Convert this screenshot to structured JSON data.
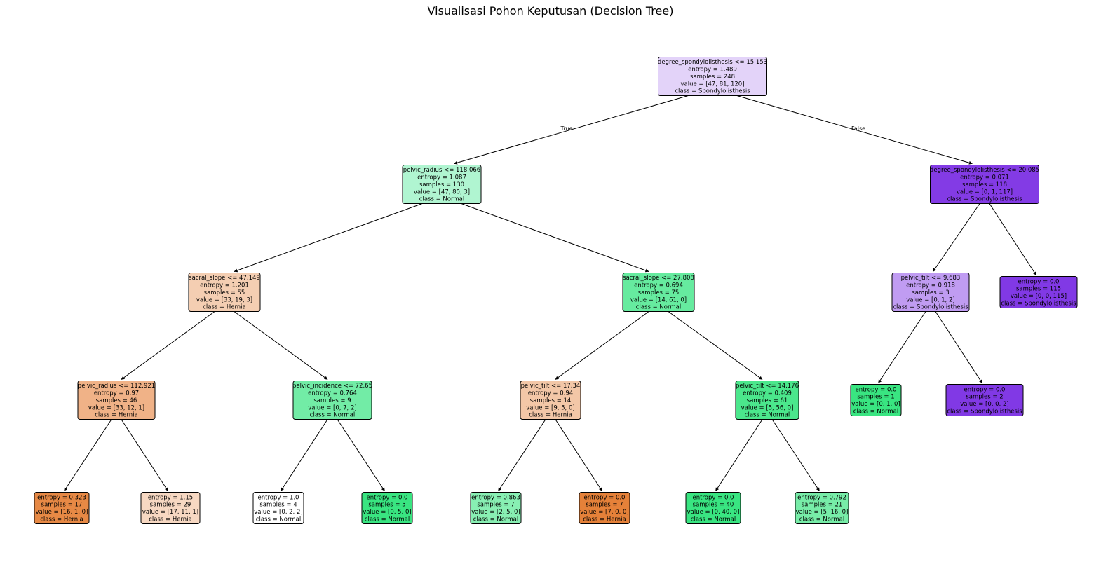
{
  "title": "Visualisasi Pohon Keputusan (Decision Tree)",
  "edge_labels": {
    "left": "True",
    "right": "False"
  },
  "nodes": [
    {
      "id": "n0",
      "lines": [
        "degree_spondylolisthesis <= 15.153",
        "entropy = 1.489",
        "samples = 248",
        "value = [47, 81, 120]",
        "class = Spondylolisthesis"
      ],
      "fill": "#e3d3f9"
    },
    {
      "id": "n1",
      "lines": [
        "pelvic_radius <= 118.066",
        "entropy = 1.087",
        "samples = 130",
        "value = [47, 80, 3]",
        "class = Normal"
      ],
      "fill": "#b0f5d1"
    },
    {
      "id": "n2",
      "lines": [
        "degree_spondylolisthesis <= 20.085",
        "entropy = 0.071",
        "samples = 118",
        "value = [0, 1, 117]",
        "class = Spondylolisthesis"
      ],
      "fill": "#833be5"
    },
    {
      "id": "n3",
      "lines": [
        "sacral_slope <= 47.149",
        "entropy = 1.201",
        "samples = 55",
        "value = [33, 19, 3]",
        "class = Hernia"
      ],
      "fill": "#f4ceb2"
    },
    {
      "id": "n4",
      "lines": [
        "sacral_slope <= 27.808",
        "entropy = 0.694",
        "samples = 75",
        "value = [14, 61, 0]",
        "class = Normal"
      ],
      "fill": "#66eb9f"
    },
    {
      "id": "n5",
      "lines": [
        "pelvic_tilt <= 9.683",
        "entropy = 0.918",
        "samples = 3",
        "value = [0, 1, 2]",
        "class = Spondylolisthesis"
      ],
      "fill": "#c09cf2"
    },
    {
      "id": "n6",
      "lines": [
        "entropy = 0.0",
        "samples = 115",
        "value = [0, 0, 115]",
        "class = Spondylolisthesis"
      ],
      "fill": "#8139e5"
    },
    {
      "id": "n7",
      "lines": [
        "pelvic_radius <= 112.921",
        "entropy = 0.97",
        "samples = 46",
        "value = [33, 12, 1]",
        "class = Hernia"
      ],
      "fill": "#f0b287"
    },
    {
      "id": "n8",
      "lines": [
        "pelvic_incidence <= 72.65",
        "entropy = 0.764",
        "samples = 9",
        "value = [0, 7, 2]",
        "class = Normal"
      ],
      "fill": "#72eca6"
    },
    {
      "id": "n9",
      "lines": [
        "pelvic_tilt <= 17.34",
        "entropy = 0.94",
        "samples = 14",
        "value = [9, 5, 0]",
        "class = Hernia"
      ],
      "fill": "#f3c7a7"
    },
    {
      "id": "n10",
      "lines": [
        "pelvic_tilt <= 14.176",
        "entropy = 0.409",
        "samples = 61",
        "value = [5, 56, 0]",
        "class = Normal"
      ],
      "fill": "#4be78c"
    },
    {
      "id": "n11",
      "lines": [
        "entropy = 0.0",
        "samples = 1",
        "value = [0, 1, 0]",
        "class = Normal"
      ],
      "fill": "#39e581"
    },
    {
      "id": "n12",
      "lines": [
        "entropy = 0.0",
        "samples = 2",
        "value = [0, 0, 2]",
        "class = Spondylolisthesis"
      ],
      "fill": "#8139e5"
    },
    {
      "id": "n13",
      "lines": [
        "entropy = 0.323",
        "samples = 17",
        "value = [16, 1, 0]",
        "class = Hernia"
      ],
      "fill": "#e78945"
    },
    {
      "id": "n14",
      "lines": [
        "entropy = 1.15",
        "samples = 29",
        "value = [17, 11, 1]",
        "class = Hernia"
      ],
      "fill": "#f7d8c2"
    },
    {
      "id": "n15",
      "lines": [
        "entropy = 1.0",
        "samples = 4",
        "value = [0, 2, 2]",
        "class = Normal"
      ],
      "fill": "#ffffff"
    },
    {
      "id": "n16",
      "lines": [
        "entropy = 0.0",
        "samples = 5",
        "value = [0, 5, 0]",
        "class = Normal"
      ],
      "fill": "#39e581"
    },
    {
      "id": "n17",
      "lines": [
        "entropy = 0.863",
        "samples = 7",
        "value = [2, 5, 0]",
        "class = Normal"
      ],
      "fill": "#88efb3"
    },
    {
      "id": "n18",
      "lines": [
        "entropy = 0.0",
        "samples = 7",
        "value = [7, 0, 0]",
        "class = Hernia"
      ],
      "fill": "#e58139"
    },
    {
      "id": "n19",
      "lines": [
        "entropy = 0.0",
        "samples = 40",
        "value = [0, 40, 0]",
        "class = Normal"
      ],
      "fill": "#39e581"
    },
    {
      "id": "n20",
      "lines": [
        "entropy = 0.792",
        "samples = 21",
        "value = [5, 16, 0]",
        "class = Normal"
      ],
      "fill": "#77eda8"
    }
  ],
  "edges": [
    {
      "from": "n0",
      "to": "n1"
    },
    {
      "from": "n0",
      "to": "n2"
    },
    {
      "from": "n1",
      "to": "n3"
    },
    {
      "from": "n1",
      "to": "n4"
    },
    {
      "from": "n2",
      "to": "n5"
    },
    {
      "from": "n2",
      "to": "n6"
    },
    {
      "from": "n3",
      "to": "n7"
    },
    {
      "from": "n3",
      "to": "n8"
    },
    {
      "from": "n4",
      "to": "n9"
    },
    {
      "from": "n4",
      "to": "n10"
    },
    {
      "from": "n5",
      "to": "n11"
    },
    {
      "from": "n5",
      "to": "n12"
    },
    {
      "from": "n7",
      "to": "n13"
    },
    {
      "from": "n7",
      "to": "n14"
    },
    {
      "from": "n8",
      "to": "n15"
    },
    {
      "from": "n8",
      "to": "n16"
    },
    {
      "from": "n9",
      "to": "n17"
    },
    {
      "from": "n9",
      "to": "n18"
    },
    {
      "from": "n10",
      "to": "n19"
    },
    {
      "from": "n10",
      "to": "n20"
    }
  ]
}
